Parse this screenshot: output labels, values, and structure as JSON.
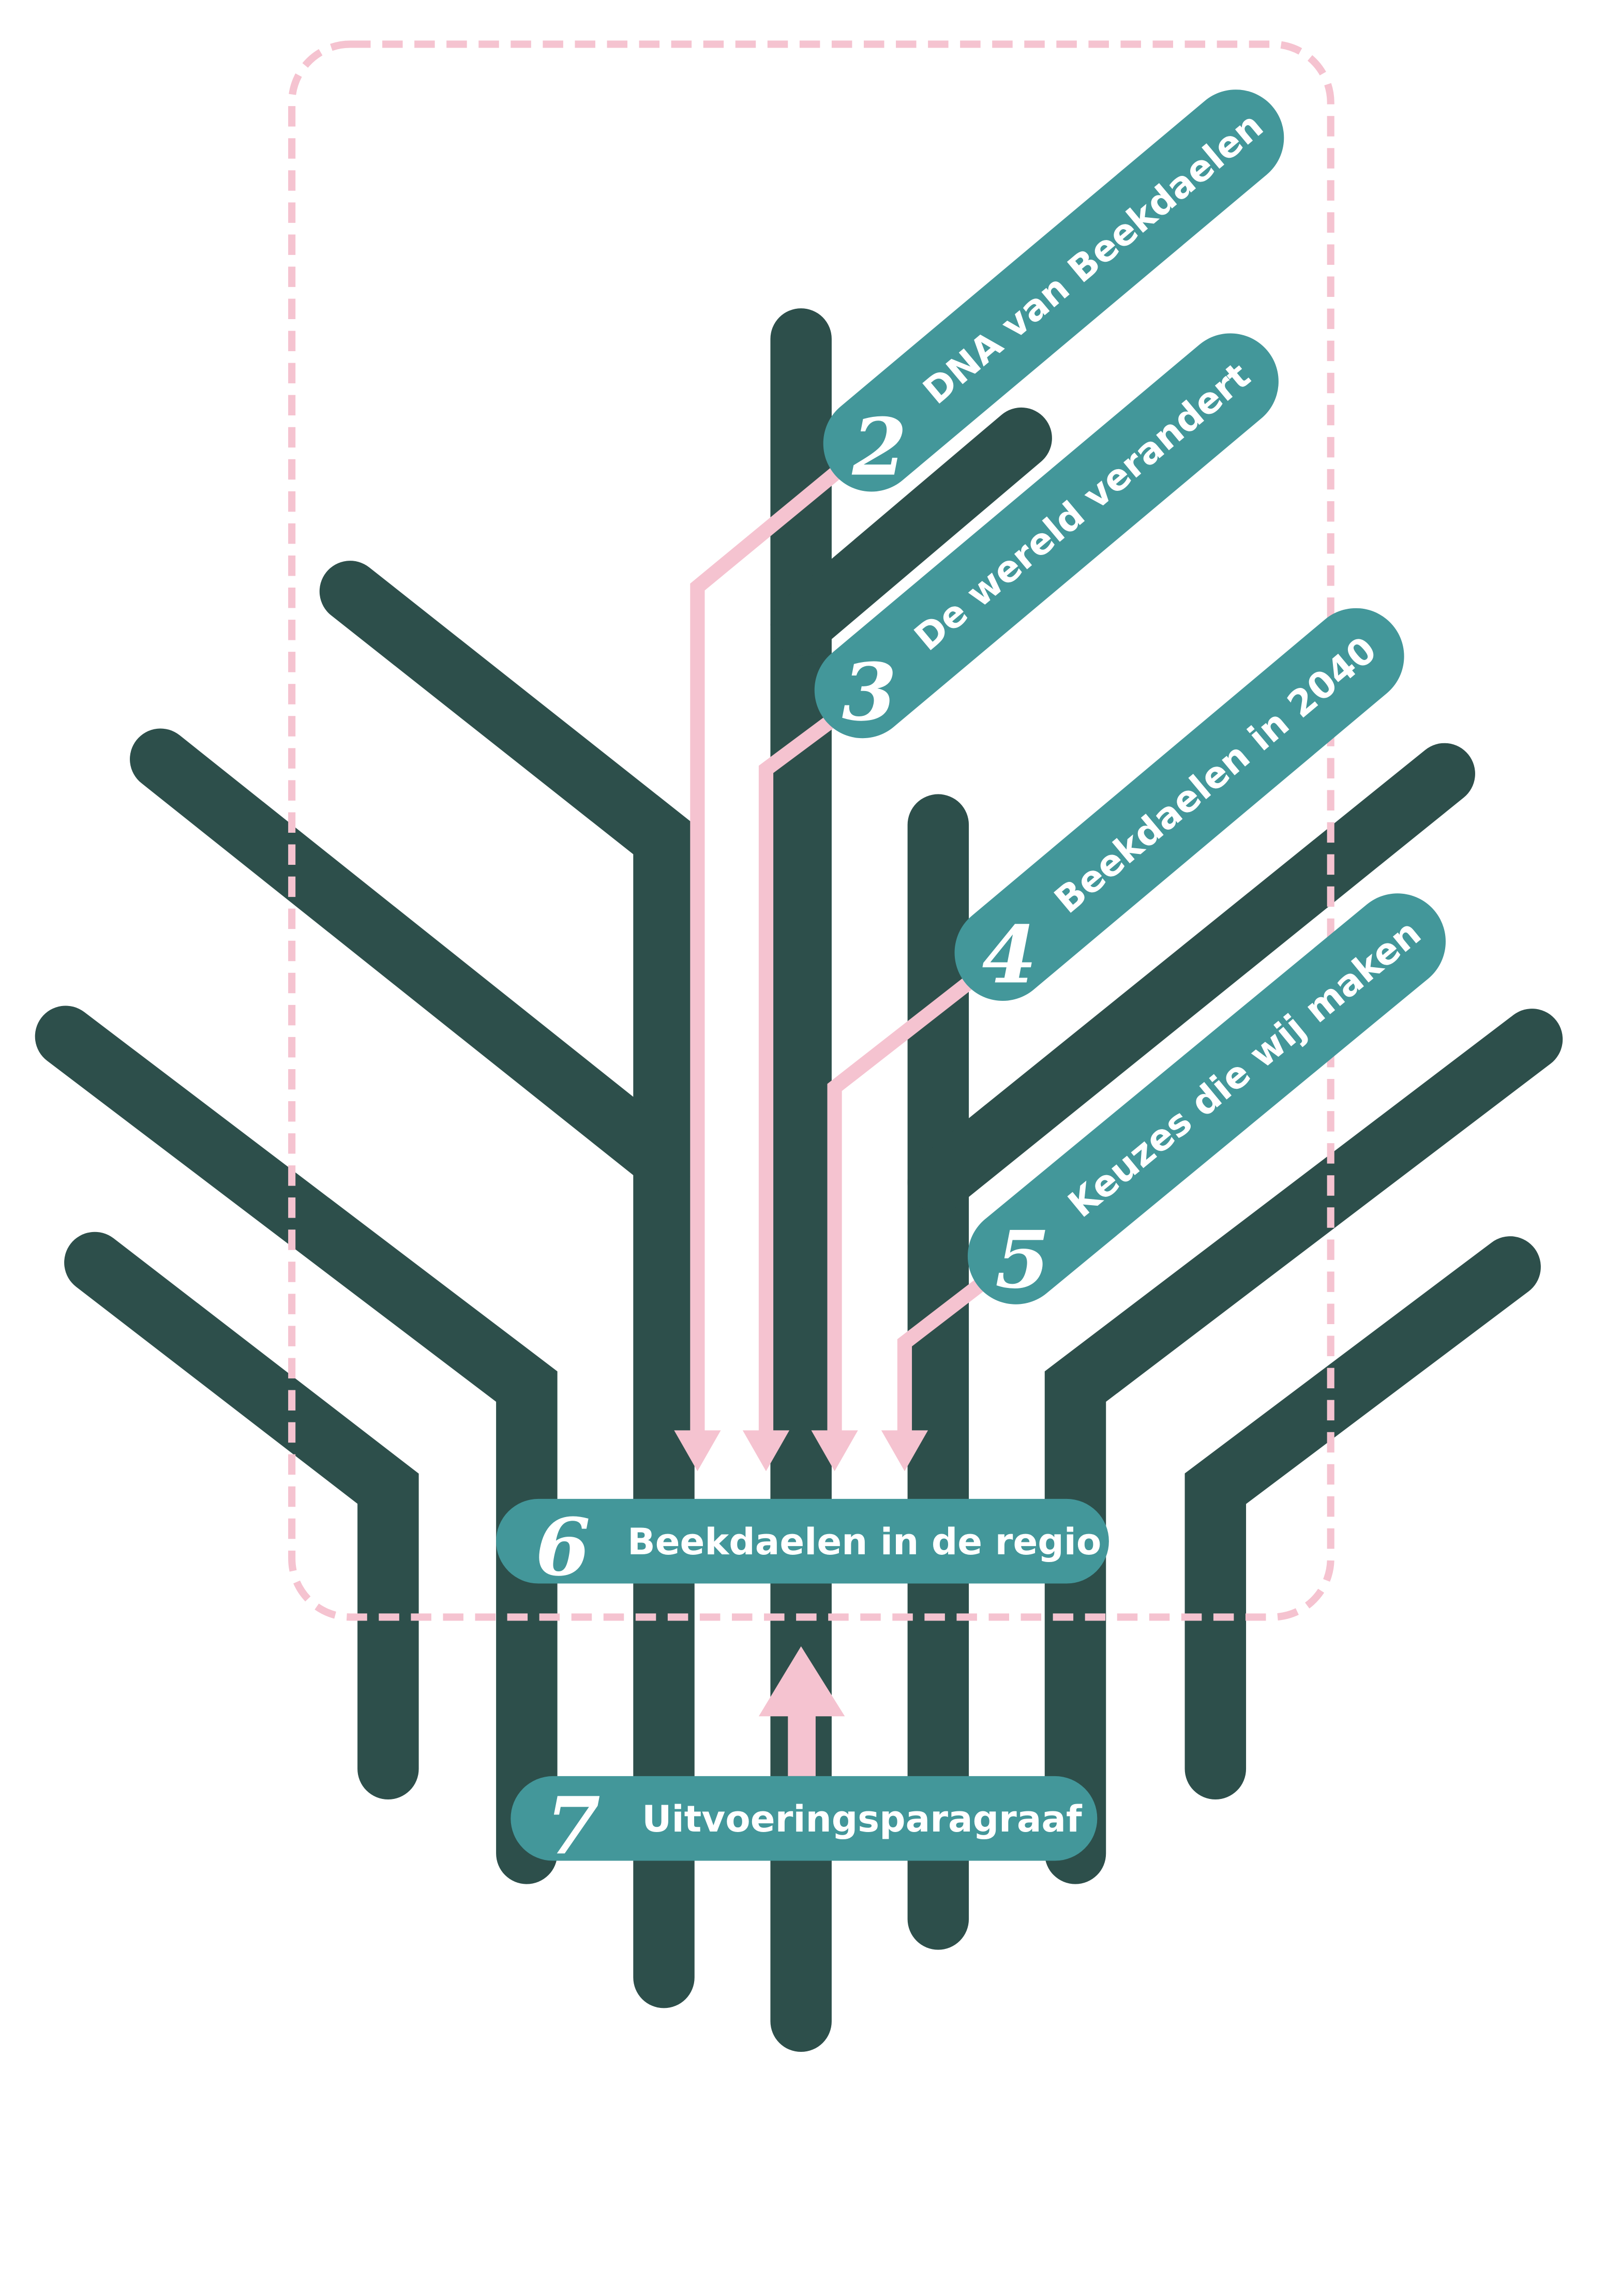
{
  "colors": {
    "tree": "#2d4f4b",
    "label": "#43979a",
    "flow": "#f5c3d0",
    "text": "#ffffff"
  },
  "labels": [
    {
      "number": "2",
      "text": "DNA van Beekdaelen"
    },
    {
      "number": "3",
      "text": "De wereld verandert"
    },
    {
      "number": "4",
      "text": "Beekdaelen in 2040"
    },
    {
      "number": "5",
      "text": "Keuzes die wij maken"
    },
    {
      "number": "6",
      "text": "Beekdaelen in de regio"
    },
    {
      "number": "7",
      "text": "Uitvoeringsparagraaf"
    }
  ]
}
